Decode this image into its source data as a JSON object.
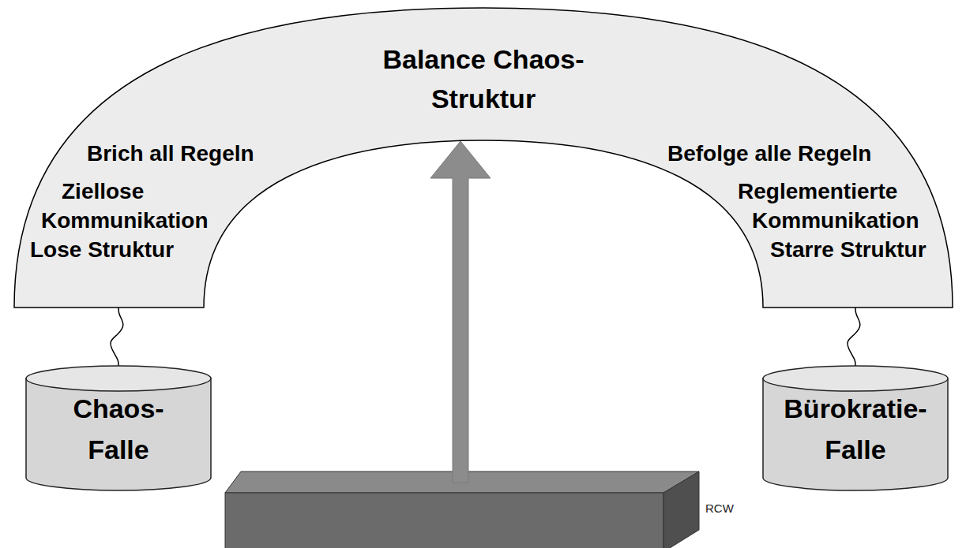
{
  "diagram": {
    "nodes": [
      {
        "text": [
          "Balance Chaos-Struktur",
          "Brich all Regeln",
          "Ziellose Kommunikation",
          "Lose Struktur",
          "Befolge alle Regeln",
          "Reglementierte Kommunikation",
          "Starre Struktur"
        ]
      },
      {
        "text": [
          "Chaos- Falle"
        ]
      },
      {
        "text": [
          "Bürokratie- Falle"
        ]
      }
    ],
    "edges": [
      {
        "from": 0,
        "to": 1,
        "arrow": "none"
      },
      {
        "from": 0,
        "to": 2,
        "arrow": "none"
      }
    ],
    "labels": [
      "RCW"
    ]
  }
}
